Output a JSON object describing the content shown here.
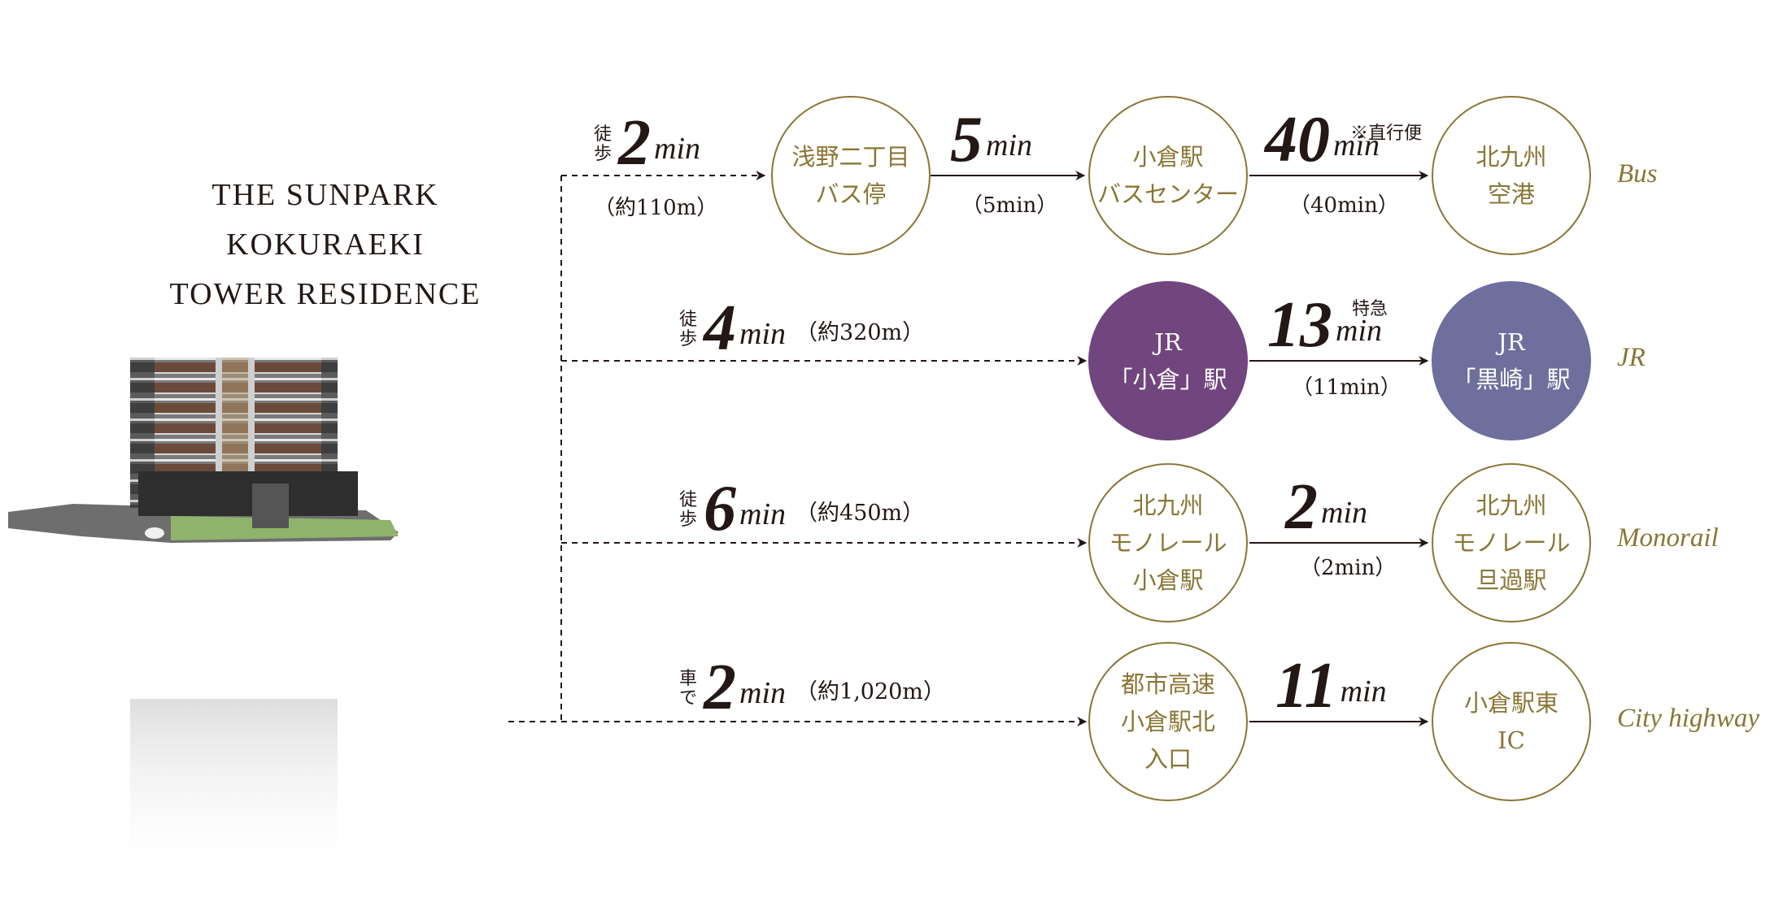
{
  "title_lines": [
    "THE SUNPARK",
    "KOKURAEKI",
    "TOWER RESIDENCE"
  ],
  "colors": {
    "gold": "#8a7635",
    "jr_purple": "#71457d",
    "jr_blue_purple": "#6f6f9d",
    "text": "#231815"
  },
  "routes": {
    "bus": {
      "category": "Bus",
      "walk": {
        "mode_top": "徒",
        "mode_bottom": "歩",
        "value": "2",
        "unit": "min",
        "distance": "（約110m）"
      },
      "stop1": [
        "浅野二丁目",
        "バス停"
      ],
      "seg1": {
        "value": "5",
        "unit": "min",
        "sub": "（5min）"
      },
      "stop2": [
        "小倉駅",
        "バスセンター"
      ],
      "seg2": {
        "value": "40",
        "unit": "min",
        "note": "※直行便",
        "sub": "（40min）"
      },
      "stop3": [
        "北九州",
        "空港"
      ]
    },
    "jr": {
      "category": "JR",
      "walk": {
        "mode_top": "徒",
        "mode_bottom": "歩",
        "value": "4",
        "unit": "min",
        "distance": "（約320m）"
      },
      "stop1": [
        "JR",
        "「小倉」駅"
      ],
      "seg1": {
        "value": "13",
        "unit": "min",
        "note": "特急",
        "sub": "（11min）"
      },
      "stop2": [
        "JR",
        "「黒崎」駅"
      ]
    },
    "monorail": {
      "category": "Monorail",
      "walk": {
        "mode_top": "徒",
        "mode_bottom": "歩",
        "value": "6",
        "unit": "min",
        "distance": "（約450m）"
      },
      "stop1": [
        "北九州",
        "モノレール",
        "小倉駅"
      ],
      "seg1": {
        "value": "2",
        "unit": "min",
        "sub": "（2min）"
      },
      "stop2": [
        "北九州",
        "モノレール",
        "旦過駅"
      ]
    },
    "highway": {
      "category": "City highway",
      "walk": {
        "mode_top": "車",
        "mode_bottom": "で",
        "value": "2",
        "unit": "min",
        "distance": "（約1,020m）"
      },
      "stop1": [
        "都市高速",
        "小倉駅北",
        "入口"
      ],
      "seg1": {
        "value": "11",
        "unit": "min"
      },
      "stop2": [
        "小倉駅東",
        "IC"
      ]
    }
  }
}
